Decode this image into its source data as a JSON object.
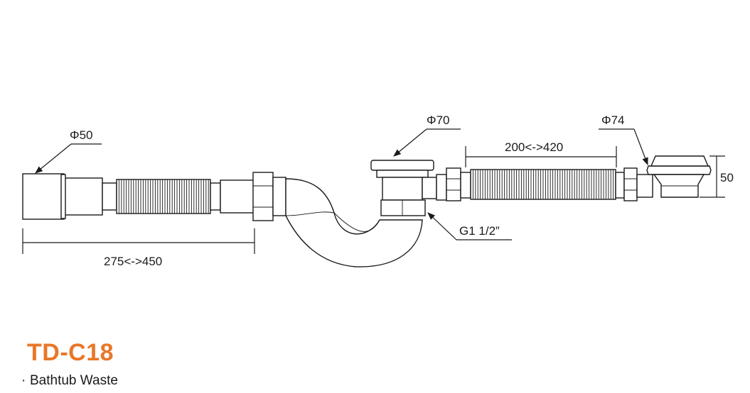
{
  "product": {
    "model": "TD-C18",
    "description": "Bathtub Waste",
    "bullet": "·"
  },
  "dimensions": {
    "inlet_diameter": "Φ50",
    "trap_diameter": "Φ70",
    "overflow_diameter": "Φ74",
    "left_length": "275<->450",
    "right_length": "200<->420",
    "thread": "G1 1/2”",
    "height": "50"
  },
  "colors": {
    "model_accent": "#e8772a",
    "line": "#1a1a1a"
  }
}
